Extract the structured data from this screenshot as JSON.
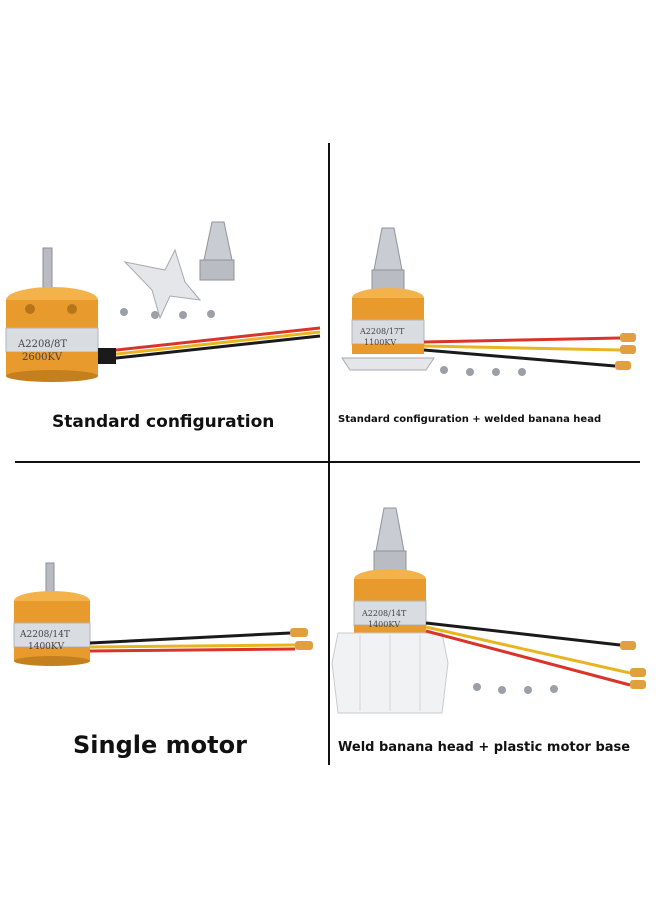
{
  "panels": {
    "top_left": {
      "caption": "Standard configuration",
      "motor_label_line1": "A2208/8T",
      "motor_label_line2": "2600KV"
    },
    "top_right": {
      "caption": "Standard configuration + welded banana head",
      "motor_label_line1": "A2208/17T",
      "motor_label_line2": "1100KV"
    },
    "bottom_left": {
      "caption": "Single motor",
      "motor_label_line1": "A2208/14T",
      "motor_label_line2": "1400KV"
    },
    "bottom_right": {
      "caption": "Weld banana head + plastic motor base",
      "motor_label_line1": "A2208/14T",
      "motor_label_line2": "1400KV"
    }
  },
  "colors": {
    "motor_gold": "#e8a035",
    "motor_silver": "#d9dde2",
    "wire_red": "#d8342a",
    "wire_yellow": "#e8b520",
    "wire_black": "#1a1a1a",
    "divider": "#111111"
  }
}
